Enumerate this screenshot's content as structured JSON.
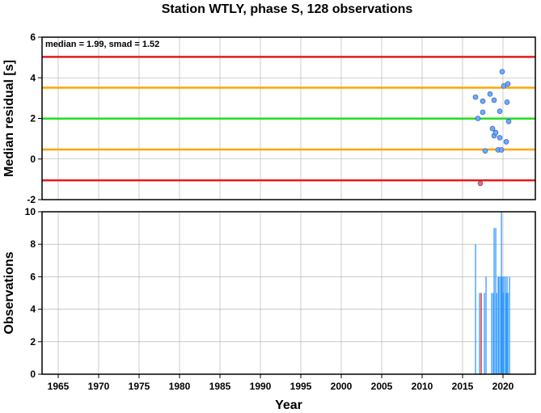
{
  "title": "Station WTLY, phase S, 128 observations",
  "chart_data": [
    {
      "type": "scatter",
      "name": "residuals",
      "ylabel": "Median residual [s]",
      "xlim": [
        1963,
        2024
      ],
      "ylim": [
        -2,
        6
      ],
      "yticks": [
        -2,
        0,
        2,
        4,
        6
      ],
      "annotation": "median = 1.99, smad = 1.52",
      "grid": true,
      "hlines": [
        {
          "y": 5.03,
          "color": "#e41a1c"
        },
        {
          "y": 3.51,
          "color": "#ffa500"
        },
        {
          "y": 1.99,
          "color": "#22dd22"
        },
        {
          "y": 0.47,
          "color": "#ffa500"
        },
        {
          "y": -1.05,
          "color": "#e41a1c"
        }
      ],
      "points": [
        {
          "x": 2016.6,
          "y": 3.05,
          "color": "#6fa8ff"
        },
        {
          "x": 2016.9,
          "y": 2.0,
          "color": "#6fa8ff"
        },
        {
          "x": 2017.2,
          "y": -1.2,
          "color": "#ff6666"
        },
        {
          "x": 2017.5,
          "y": 2.3,
          "color": "#6fa8ff"
        },
        {
          "x": 2017.5,
          "y": 2.85,
          "color": "#6fa8ff"
        },
        {
          "x": 2017.8,
          "y": 0.4,
          "color": "#6fa8ff"
        },
        {
          "x": 2018.4,
          "y": 3.2,
          "color": "#6fa8ff"
        },
        {
          "x": 2018.7,
          "y": 1.5,
          "color": "#6fa8ff"
        },
        {
          "x": 2018.9,
          "y": 2.9,
          "color": "#6fa8ff"
        },
        {
          "x": 2018.9,
          "y": 1.15,
          "color": "#6fa8ff"
        },
        {
          "x": 2019.1,
          "y": 1.3,
          "color": "#6fa8ff"
        },
        {
          "x": 2019.4,
          "y": 0.45,
          "color": "#6fa8ff"
        },
        {
          "x": 2019.6,
          "y": 2.35,
          "color": "#6fa8ff"
        },
        {
          "x": 2019.6,
          "y": 1.05,
          "color": "#6fa8ff"
        },
        {
          "x": 2019.8,
          "y": 0.45,
          "color": "#6fa8ff"
        },
        {
          "x": 2019.9,
          "y": 4.3,
          "color": "#6fa8ff"
        },
        {
          "x": 2020.1,
          "y": 3.6,
          "color": "#6fa8ff"
        },
        {
          "x": 2020.4,
          "y": 0.85,
          "color": "#6fa8ff"
        },
        {
          "x": 2020.5,
          "y": 2.8,
          "color": "#6fa8ff"
        },
        {
          "x": 2020.6,
          "y": 3.7,
          "color": "#6fa8ff"
        },
        {
          "x": 2020.7,
          "y": 1.85,
          "color": "#6fa8ff"
        }
      ]
    },
    {
      "type": "bar",
      "name": "observations",
      "xlabel": "Year",
      "ylabel": "Observations",
      "xlim": [
        1963,
        2024
      ],
      "ylim": [
        0,
        10
      ],
      "xticks": [
        1965,
        1970,
        1975,
        1980,
        1985,
        1990,
        1995,
        2000,
        2005,
        2010,
        2015,
        2020
      ],
      "yticks": [
        0,
        2,
        4,
        6,
        8,
        10
      ],
      "grid": true,
      "bars": [
        {
          "x": 2016.6,
          "value": 8,
          "color": "#3399ff"
        },
        {
          "x": 2017.1,
          "value": 5,
          "color": "#3399ff"
        },
        {
          "x": 2017.3,
          "value": 5,
          "color": "#e41a1c"
        },
        {
          "x": 2017.7,
          "value": 5,
          "color": "#3399ff"
        },
        {
          "x": 2017.9,
          "value": 6,
          "color": "#3399ff"
        },
        {
          "x": 2018.6,
          "value": 5,
          "color": "#3399ff"
        },
        {
          "x": 2018.8,
          "value": 5,
          "color": "#3399ff"
        },
        {
          "x": 2018.9,
          "value": 9,
          "color": "#3399ff"
        },
        {
          "x": 2019.1,
          "value": 9,
          "color": "#3399ff"
        },
        {
          "x": 2019.2,
          "value": 5,
          "color": "#3399ff"
        },
        {
          "x": 2019.4,
          "value": 6,
          "color": "#3399ff"
        },
        {
          "x": 2019.5,
          "value": 6,
          "color": "#3399ff"
        },
        {
          "x": 2019.7,
          "value": 6,
          "color": "#3399ff"
        },
        {
          "x": 2019.8,
          "value": 10,
          "color": "#3399ff"
        },
        {
          "x": 2019.9,
          "value": 6,
          "color": "#3399ff"
        },
        {
          "x": 2020.0,
          "value": 5,
          "color": "#3399ff"
        },
        {
          "x": 2020.1,
          "value": 6,
          "color": "#3399ff"
        },
        {
          "x": 2020.3,
          "value": 6,
          "color": "#3399ff"
        },
        {
          "x": 2020.4,
          "value": 5,
          "color": "#3399ff"
        },
        {
          "x": 2020.5,
          "value": 6,
          "color": "#3399ff"
        },
        {
          "x": 2020.6,
          "value": 5,
          "color": "#3399ff"
        },
        {
          "x": 2020.8,
          "value": 6,
          "color": "#3399ff"
        }
      ]
    }
  ]
}
